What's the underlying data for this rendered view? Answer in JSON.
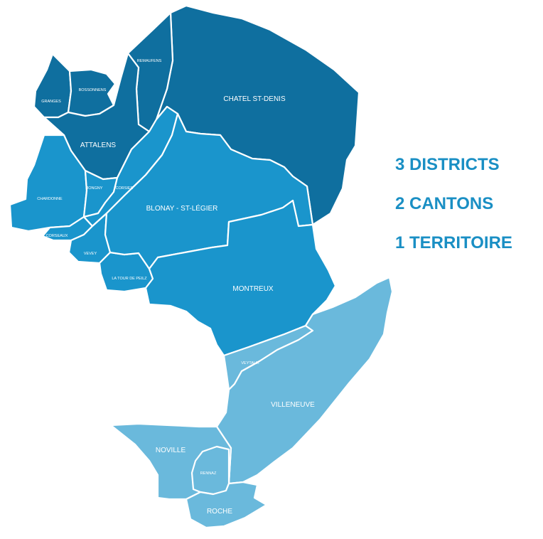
{
  "colors": {
    "district_dark": "#0f6f9f",
    "district_mid": "#1a95cc",
    "district_light": "#6ab9dc",
    "border": "#ffffff",
    "stat_text": "#1a8fc4"
  },
  "map": {
    "regions": [
      {
        "id": "chatel-st-denis",
        "label": "CHATEL ST-DENIS",
        "district": "dark"
      },
      {
        "id": "remaufens",
        "label": "REMAUFENS",
        "district": "dark"
      },
      {
        "id": "granges",
        "label": "GRANGES",
        "district": "dark"
      },
      {
        "id": "bossonnens",
        "label": "BOSSONNENS",
        "district": "dark"
      },
      {
        "id": "attalens",
        "label": "ATTALENS",
        "district": "dark"
      },
      {
        "id": "chardonne",
        "label": "CHARDONNE",
        "district": "mid"
      },
      {
        "id": "jongny",
        "label": "JONGNY",
        "district": "mid"
      },
      {
        "id": "corsier",
        "label": "CORSIER",
        "district": "mid"
      },
      {
        "id": "corseaux",
        "label": "CORSEAUX",
        "district": "mid"
      },
      {
        "id": "vevey",
        "label": "VEVEY",
        "district": "mid"
      },
      {
        "id": "la-tour-de-peilz",
        "label": "LA TOUR DE PEILZ",
        "district": "mid"
      },
      {
        "id": "blonay-st-legier",
        "label": "BLONAY - ST-LÉGIER",
        "district": "mid"
      },
      {
        "id": "montreux",
        "label": "MONTREUX",
        "district": "mid"
      },
      {
        "id": "veytaux",
        "label": "VEYTAUX",
        "district": "light"
      },
      {
        "id": "villeneuve",
        "label": "VILLENEUVE",
        "district": "light"
      },
      {
        "id": "noville",
        "label": "NOVILLE",
        "district": "light"
      },
      {
        "id": "rennaz",
        "label": "RENNAZ",
        "district": "light"
      },
      {
        "id": "roche",
        "label": "ROCHE",
        "district": "light"
      }
    ]
  },
  "stats": [
    {
      "text": "3 DISTRICTS"
    },
    {
      "text": "2 CANTONS"
    },
    {
      "text": "1 TERRITOIRE"
    }
  ]
}
